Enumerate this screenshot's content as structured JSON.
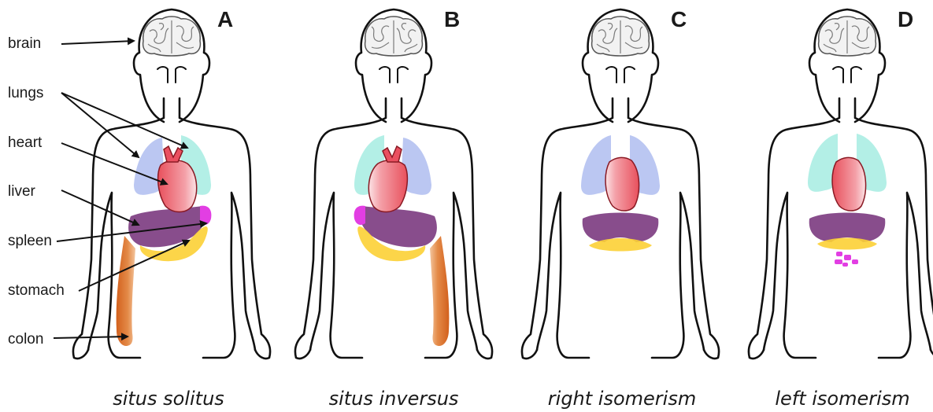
{
  "panels": [
    {
      "letter": "A",
      "caption": "situs solitus"
    },
    {
      "letter": "B",
      "caption": "situs inversus"
    },
    {
      "letter": "C",
      "caption": "right isomerism"
    },
    {
      "letter": "D",
      "caption": "left isomerism"
    }
  ],
  "organ_labels": {
    "brain": "brain",
    "lungs": "lungs",
    "heart": "heart",
    "liver": "liver",
    "spleen": "spleen",
    "stomach": "stomach",
    "colon": "colon"
  },
  "colors": {
    "lung_blue": "#aab9ef",
    "lung_cyan": "#a6ece2",
    "heart": "#ea5060",
    "liver": "#7b3a80",
    "spleen": "#e23ee3",
    "stomach": "#fcd035",
    "colon": "#d86a24"
  }
}
